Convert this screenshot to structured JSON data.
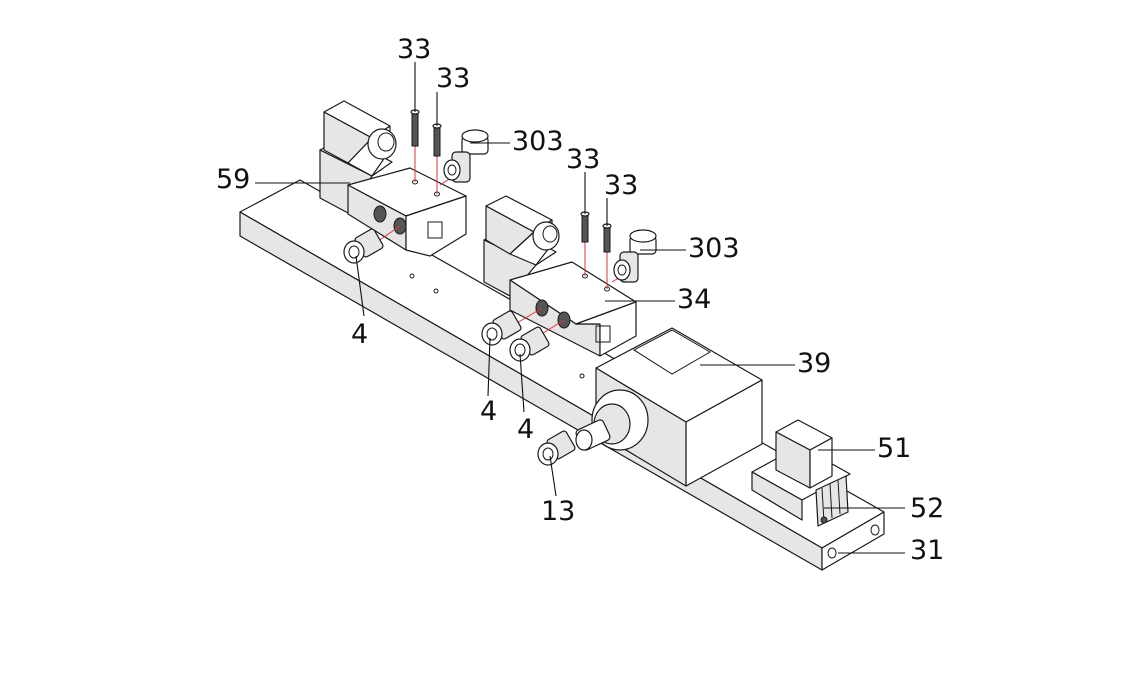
{
  "callouts": {
    "c59": "59",
    "c33a": "33",
    "c33b": "33",
    "c303a": "303",
    "c33c": "33",
    "c33d": "33",
    "c303b": "303",
    "c34": "34",
    "c39": "39",
    "c4a": "4",
    "c4b": "4",
    "c4c": "4",
    "c13": "13",
    "c51": "51",
    "c52": "52",
    "c31": "31"
  }
}
